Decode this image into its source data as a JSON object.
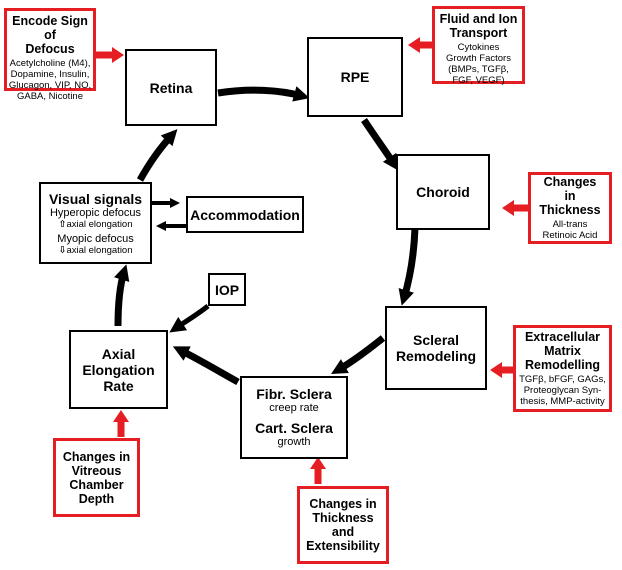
{
  "stages": {
    "retina": "Retina",
    "rpe": "RPE",
    "choroid": "Choroid",
    "scleral_remodeling": [
      "Scleral",
      "Remodeling"
    ],
    "axial_elongation": [
      "Axial",
      "Elongation",
      "Rate"
    ],
    "iop": "IOP",
    "accommodation": "Accommodation",
    "visual_signals": {
      "title": "Visual signals",
      "hyperopic": "Hyperopic defocus",
      "hyperopic_sub": "axial elongation",
      "myopic": "Myopic defocus",
      "myopic_sub": "axial elongation"
    },
    "sclera": {
      "fibr_title": "Fibr. Sclera",
      "fibr_sub": "creep rate",
      "cart_title": "Cart. Sclera",
      "cart_sub": "growth"
    }
  },
  "factors": {
    "encode": {
      "title": [
        "Encode Sign of",
        "Defocus"
      ],
      "items": [
        "Acetylcholine (M4),",
        "Dopamine, Insulin,",
        "Glucagon, VIP, NO,",
        "GABA, Nicotine"
      ]
    },
    "fluid": {
      "title": [
        "Fluid and Ion",
        "Transport"
      ],
      "items": [
        "Cytokines",
        "Growth Factors",
        "(BMPs, TGFβ,",
        "FGF, VEGF)"
      ]
    },
    "thickness": {
      "title": [
        "Changes",
        "in",
        "Thickness"
      ],
      "items": [
        "All-trans",
        "Retinoic Acid"
      ]
    },
    "ecm": {
      "title": [
        "Extracellular",
        "Matrix",
        "Remodelling"
      ],
      "items": [
        "TGFβ, bFGF, GAGs,",
        "Proteoglycan Syn-",
        "thesis, MMP-activity"
      ]
    },
    "vitreous": {
      "title": [
        "Changes in",
        "Vitreous",
        "Chamber",
        "Depth"
      ]
    },
    "extensibility": {
      "title": [
        "Changes in",
        "Thickness",
        "and",
        "Extensibility"
      ]
    }
  },
  "colors": {
    "black": "#000000",
    "red": "#e41e22"
  }
}
